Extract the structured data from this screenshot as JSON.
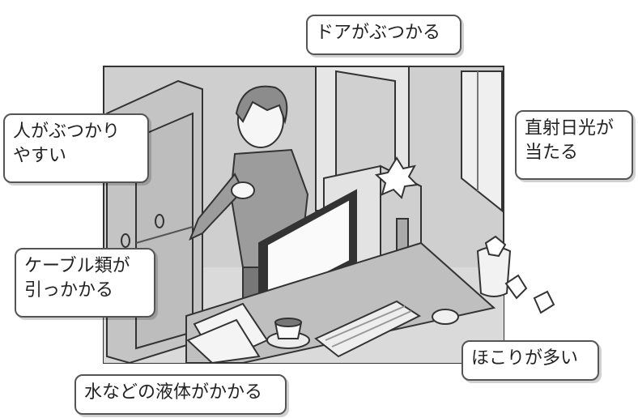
{
  "callouts": {
    "door": "ドアがぶつかる",
    "person": "人がぶつかり\nやすい",
    "sunlight": "直射日光が\n当たる",
    "cable": "ケーブル類が\n引っかかる",
    "dust": "ほこりが多い",
    "liquid": "水などの液体がかかる"
  },
  "colors": {
    "wall": "#c8c8c8",
    "floor": "#d7d7d7",
    "furniture": "#bdbdbd",
    "outline": "#333333",
    "label_border": "#555555"
  }
}
